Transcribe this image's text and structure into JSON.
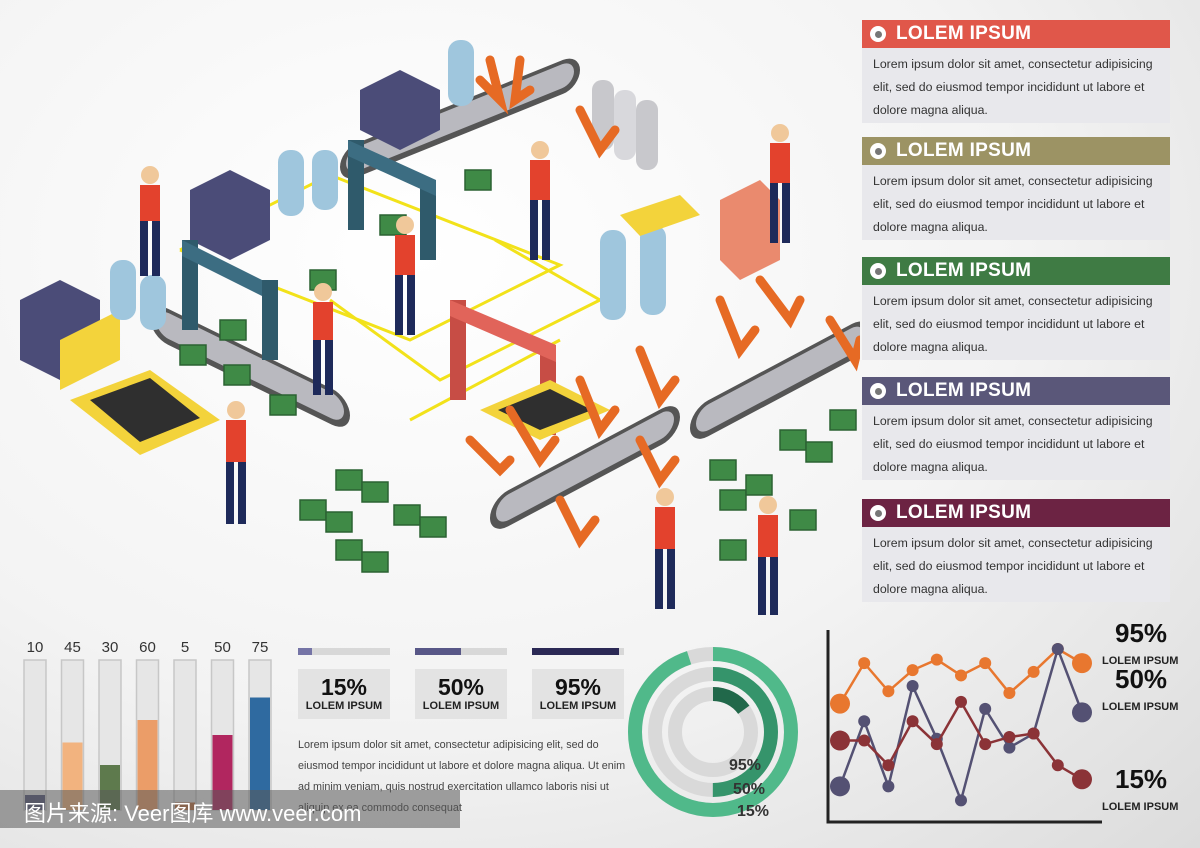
{
  "panels": [
    {
      "title": "LOLEM IPSUM",
      "color": "#e0574a",
      "text": "Lorem ipsum dolor sit amet, consectetur adipisicing elit, sed do eiusmod tempor incididunt ut labore et dolore magna aliqua."
    },
    {
      "title": "LOLEM IPSUM",
      "color": "#9c9364",
      "text": "Lorem ipsum dolor sit amet, consectetur adipisicing elit, sed do eiusmod tempor incididunt ut labore et dolore magna aliqua."
    },
    {
      "title": "LOLEM IPSUM",
      "color": "#3f7b44",
      "text": "Lorem ipsum dolor sit amet, consectetur adipisicing elit, sed do eiusmod tempor incididunt ut labore et dolore magna aliqua."
    },
    {
      "title": "LOLEM IPSUM",
      "color": "#5a5779",
      "text": "Lorem ipsum dolor sit amet, consectetur adipisicing elit, sed do eiusmod tempor incididunt ut labore et dolore magna aliqua."
    },
    {
      "title": "LOLEM IPSUM",
      "color": "#6c2343",
      "text": "Lorem ipsum dolor sit amet, consectetur adipisicing elit, sed do eiusmod tempor incididunt ut labore et dolore magna aliqua."
    }
  ],
  "progress": [
    {
      "value": "15%",
      "label": "LOLEM IPSUM",
      "fraction": 0.15,
      "color": "#7574a6"
    },
    {
      "value": "50%",
      "label": "LOLEM IPSUM",
      "fraction": 0.5,
      "color": "#585787"
    },
    {
      "value": "95%",
      "label": "LOLEM IPSUM",
      "fraction": 0.95,
      "color": "#2b2955"
    }
  ],
  "paragraph": "Lorem ipsum dolor sit amet, consectetur adipisicing elit, sed do eiusmod tempor incididunt ut labore et dolore magna aliqua. Ut enim ad minim veniam, quis nostrud exercitation ullamco laboris nisi ut aliquip ex ea commodo consequat",
  "watermark": "图片来源: Veer图库 www.veer.com",
  "chart_data": [
    {
      "type": "bar",
      "categories": [
        "10",
        "45",
        "30",
        "60",
        "5",
        "50",
        "75"
      ],
      "values": [
        10,
        45,
        30,
        60,
        5,
        50,
        75
      ],
      "ylim": [
        0,
        100
      ],
      "colors": [
        "#55587a",
        "#f2b37f",
        "#5e7a4d",
        "#eb9d68",
        "#c07142",
        "#b1265f",
        "#2f6aa0"
      ]
    },
    {
      "type": "pie",
      "variant": "concentric-rings",
      "values": [
        95,
        50,
        15
      ],
      "labels": [
        "95%",
        "50%",
        "15%"
      ],
      "colors": [
        "#50b98a",
        "#35946b",
        "#21684a"
      ]
    },
    {
      "type": "line",
      "x": [
        1,
        2,
        3,
        4,
        5,
        6,
        7,
        8,
        9,
        10,
        11
      ],
      "series": [
        {
          "values": [
            65,
            88,
            72,
            84,
            90,
            81,
            88,
            71,
            83,
            96,
            88
          ],
          "color": "#e8772f",
          "end_value": "95%",
          "end_label": "LOLEM IPSUM"
        },
        {
          "values": [
            18,
            55,
            18,
            75,
            45,
            10,
            62,
            40,
            48,
            96,
            60
          ],
          "color": "#545173",
          "end_value": "50%",
          "end_label": "LOLEM IPSUM"
        },
        {
          "values": [
            44,
            44,
            30,
            55,
            42,
            66,
            42,
            46,
            48,
            30,
            22
          ],
          "color": "#8b3337",
          "end_value": "15%",
          "end_label": "LOLEM IPSUM"
        }
      ],
      "ylim": [
        0,
        100
      ]
    }
  ]
}
